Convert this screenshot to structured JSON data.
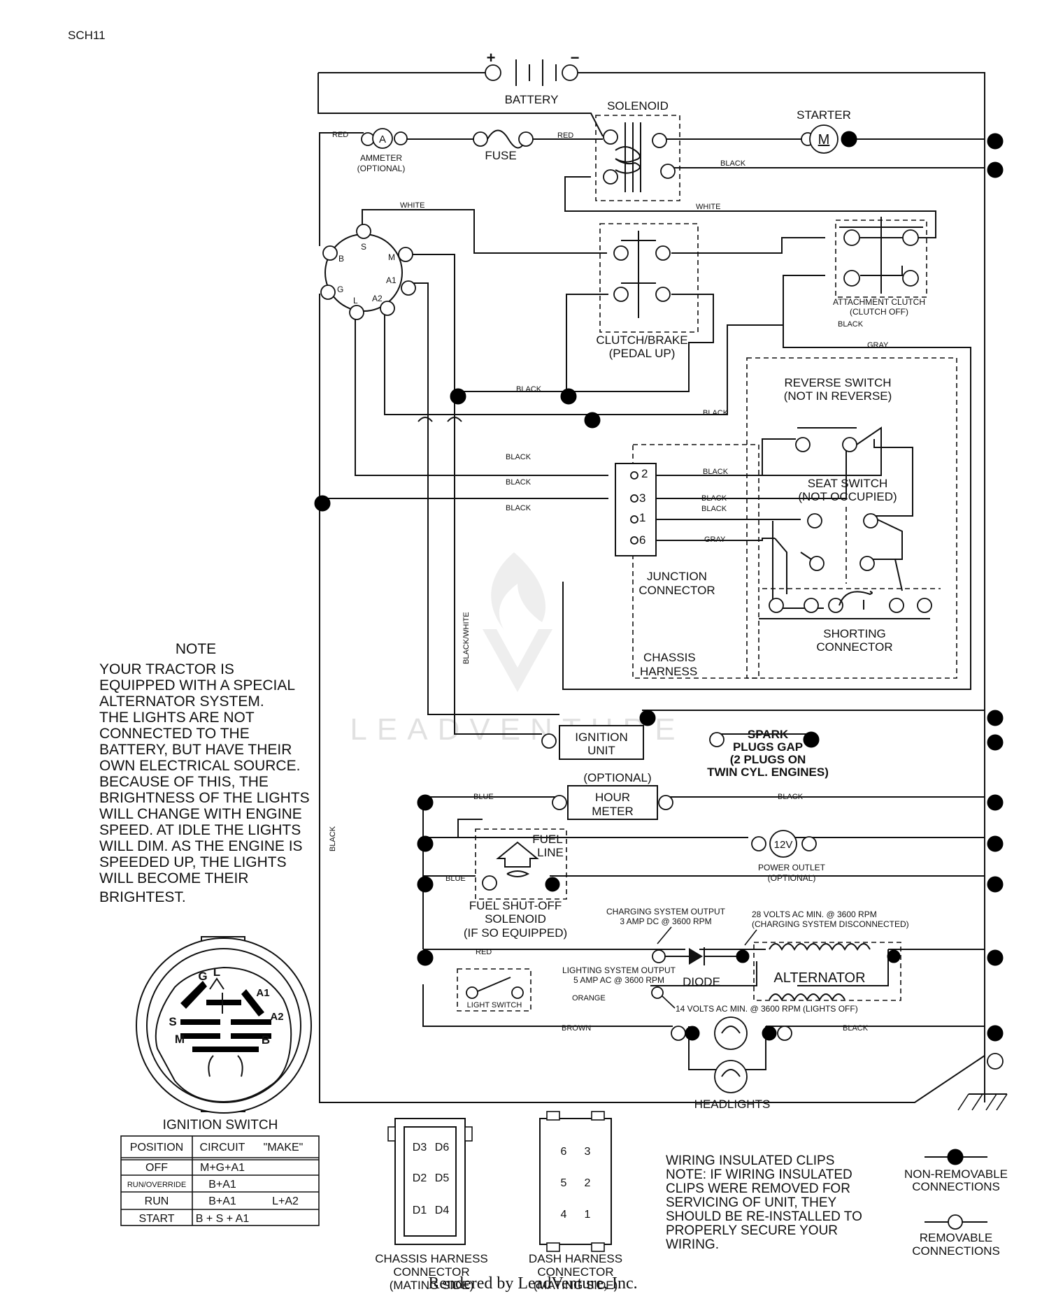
{
  "header": {
    "schematic_id": "SCH11"
  },
  "components": {
    "battery": "BATTERY",
    "plus": "+",
    "minus": "−",
    "solenoid": "SOLENOID",
    "starter": "STARTER",
    "starter_symbol": "M",
    "ammeter_line1": "AMMETER",
    "ammeter_line2": "(OPTIONAL)",
    "ammeter_symbol": "A",
    "fuse": "FUSE",
    "clutch_brake_line1": "CLUTCH/BRAKE",
    "clutch_brake_line2": "(PEDAL UP)",
    "attachment_clutch_line1": "ATTACHMENT CLUTCH",
    "attachment_clutch_line2": "(CLUTCH OFF)",
    "reverse_switch_line1": "REVERSE SWITCH",
    "reverse_switch_line2": "(NOT IN REVERSE)",
    "seat_switch_line1": "SEAT SWITCH",
    "seat_switch_line2": "(NOT OCCUPIED)",
    "junction_line1": "JUNCTION",
    "junction_line2": "CONNECTOR",
    "shorting_line1": "SHORTING",
    "shorting_line2": "CONNECTOR",
    "chassis_line1": "CHASSIS",
    "chassis_line2": "HARNESS",
    "ignition_unit_line1": "IGNITION",
    "ignition_unit_line2": "UNIT",
    "spark_line1": "SPARK",
    "spark_line2": "PLUGS GAP",
    "spark_line3": "(2 PLUGS ON",
    "spark_line4": "TWIN CYL. ENGINES)",
    "optional": "(OPTIONAL)",
    "hour_meter_line1": "HOUR",
    "hour_meter_line2": "METER",
    "fuel_line1": "FUEL",
    "fuel_line2": "LINE",
    "fuel_shutoff_line1": "FUEL SHUT-OFF",
    "fuel_shutoff_line2": "SOLENOID",
    "fuel_shutoff_line3": "(IF SO EQUIPPED)",
    "power_outlet_symbol": "12V",
    "power_outlet_line1": "POWER OUTLET",
    "power_outlet_line2": "(OPTIONAL)",
    "charging_output_line1": "CHARGING SYSTEM OUTPUT",
    "charging_output_line2": "3 AMP DC @ 3600 RPM",
    "volts28_line1": "28 VOLTS AC MIN. @ 3600 RPM",
    "volts28_line2": "(CHARGING SYSTEM DISCONNECTED)",
    "diode": "DIODE",
    "alternator": "ALTERNATOR",
    "lighting_output_line1": "LIGHTING SYSTEM OUTPUT",
    "lighting_output_line2": "5 AMP AC @ 3600 RPM",
    "light_switch": "LIGHT SWITCH",
    "volts14": "14 VOLTS AC MIN. @ 3600 RPM (LIGHTS OFF)",
    "headlights": "HEADLIGHTS"
  },
  "ignition_terminals": {
    "b": "B",
    "s": "S",
    "m": "M",
    "a1": "A1",
    "a2": "A2",
    "l": "L",
    "g": "G"
  },
  "junction_pins": {
    "p2": "2",
    "p3": "3",
    "p1": "1",
    "p6": "6"
  },
  "wire_labels": {
    "red": "RED",
    "white": "WHITE",
    "black": "BLACK",
    "gray": "GRAY",
    "blue": "BLUE",
    "orange": "ORANGE",
    "brown": "BROWN",
    "black_white": "BLACK/WHITE"
  },
  "note": {
    "title": "NOTE",
    "lines": [
      "YOUR TRACTOR IS",
      "EQUIPPED WITH A SPECIAL",
      "ALTERNATOR SYSTEM.",
      "THE LIGHTS ARE NOT",
      "CONNECTED TO THE",
      "BATTERY, BUT HAVE THEIR",
      "OWN ELECTRICAL SOURCE.",
      "BECAUSE OF THIS, THE",
      "BRIGHTNESS OF THE LIGHTS",
      "WILL CHANGE WITH ENGINE",
      "SPEED.  AT IDLE THE LIGHTS",
      "WILL DIM.  AS THE ENGINE IS",
      "SPEEDED UP, THE LIGHTS",
      "WILL BECOME THEIR",
      "BRIGHTEST."
    ]
  },
  "ignition_switch": {
    "title": "IGNITION SWITCH",
    "terminals": {
      "g": "G",
      "l": "L",
      "a1": "A1",
      "a2": "A2",
      "s": "S",
      "m": "M",
      "b": "B"
    },
    "table": {
      "headers": [
        "POSITION",
        "CIRCUIT",
        "\"MAKE\""
      ],
      "rows": [
        [
          "OFF",
          "M+G+A1",
          ""
        ],
        [
          "RUN/OVERRIDE",
          "B+A1",
          ""
        ],
        [
          "RUN",
          "B+A1",
          "L+A2"
        ],
        [
          "START",
          "B + S + A1",
          ""
        ]
      ]
    }
  },
  "connectors": {
    "chassis": {
      "pins": [
        "D3",
        "D6",
        "D2",
        "D5",
        "D1",
        "D4"
      ],
      "line1": "CHASSIS HARNESS",
      "line2": "CONNECTOR",
      "line3": "(MATING SIDE)"
    },
    "dash": {
      "pins": [
        "6",
        "3",
        "5",
        "2",
        "4",
        "1"
      ],
      "line1": "DASH HARNESS",
      "line2": "CONNECTOR",
      "line3": "(MATING SIDE)"
    }
  },
  "clips_note": {
    "lines": [
      "WIRING INSULATED CLIPS",
      "NOTE: IF WIRING INSULATED",
      "CLIPS WERE REMOVED FOR",
      "SERVICING OF UNIT, THEY",
      "SHOULD BE RE-INSTALLED TO",
      "PROPERLY SECURE YOUR",
      "WIRING."
    ]
  },
  "legend": {
    "non_removable_line1": "NON-REMOVABLE",
    "non_removable_line2": "CONNECTIONS",
    "removable_line1": "REMOVABLE",
    "removable_line2": "CONNECTIONS"
  },
  "watermark": "LEADVENTURE",
  "footer": "Rendered by LeadVenture, Inc."
}
